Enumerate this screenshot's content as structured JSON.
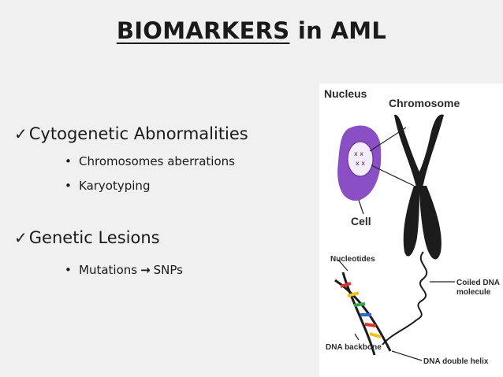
{
  "slide": {
    "title_underlined": "BIOMARKERS",
    "title_rest": " in AML",
    "items": [
      {
        "label": "Cytogenetic Abnormalities",
        "subitems": [
          "Chromosomes aberrations",
          "Karyotyping"
        ]
      },
      {
        "label": "Genetic Lesions",
        "subitems": [
          {
            "left": "Mutations",
            "right": "SNPs"
          }
        ]
      }
    ],
    "check_icon": "check-icon",
    "bullet_glyph": "•",
    "arrow_icon": "right-arrow-icon"
  },
  "figure": {
    "labels": {
      "nucleus": "Nucleus",
      "chromosome": "Chromosome",
      "cell": "Cell",
      "nucleotides": "Nucleotides",
      "coiled_dna_1": "Coiled DNA",
      "coiled_dna_2": "molecule",
      "dna_backbone": "DNA backbone",
      "dna_double_helix": "DNA double helix"
    },
    "colors": {
      "cell": "#8a4fc4",
      "chromosome": "#1c1c1c",
      "nucleotide_red": "#d9342b",
      "nucleotide_yellow": "#f2c21b",
      "nucleotide_green": "#3aa34a",
      "nucleotide_blue": "#2f66c9"
    }
  }
}
